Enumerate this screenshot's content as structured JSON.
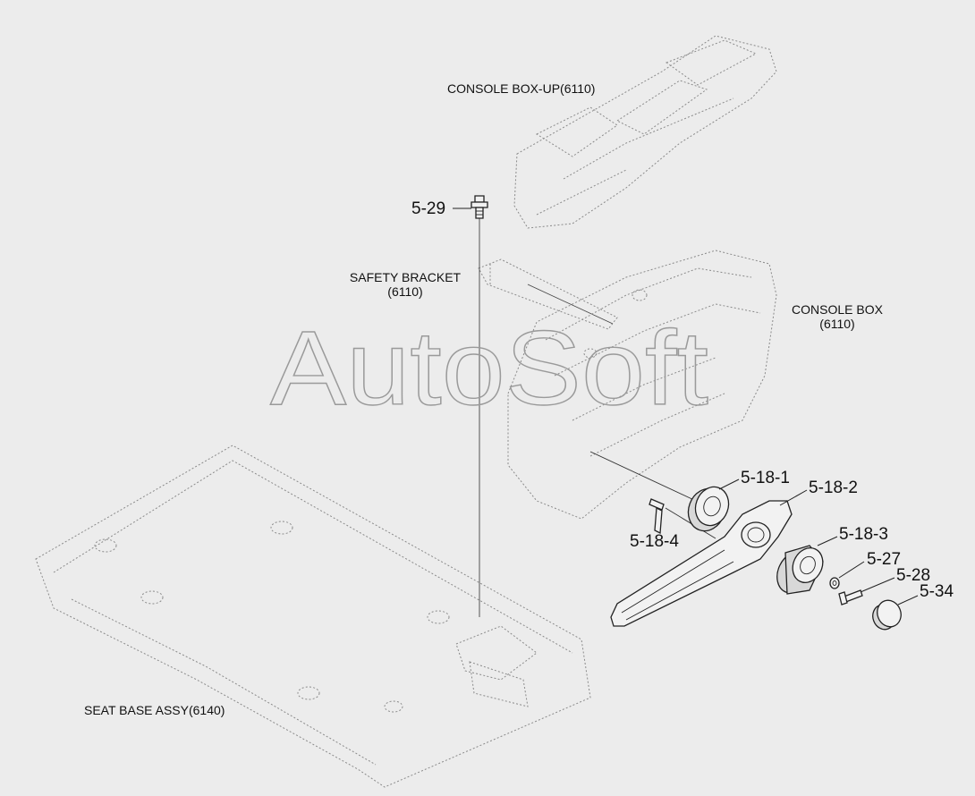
{
  "watermark": "AutoSoft",
  "assemblies": {
    "console_box_up": "CONSOLE BOX-UP(6110)",
    "safety_bracket_line1": "SAFETY BRACKET",
    "safety_bracket_line2": "(6110)",
    "console_box_line1": "CONSOLE BOX",
    "console_box_line2": "(6110)",
    "seat_base_assy": "SEAT BASE ASSY(6140)"
  },
  "parts": {
    "p5_29": "5-29",
    "p5_18_1": "5-18-1",
    "p5_18_2": "5-18-2",
    "p5_18_3": "5-18-3",
    "p5_18_4": "5-18-4",
    "p5_27": "5-27",
    "p5_28": "5-28",
    "p5_34": "5-34"
  }
}
